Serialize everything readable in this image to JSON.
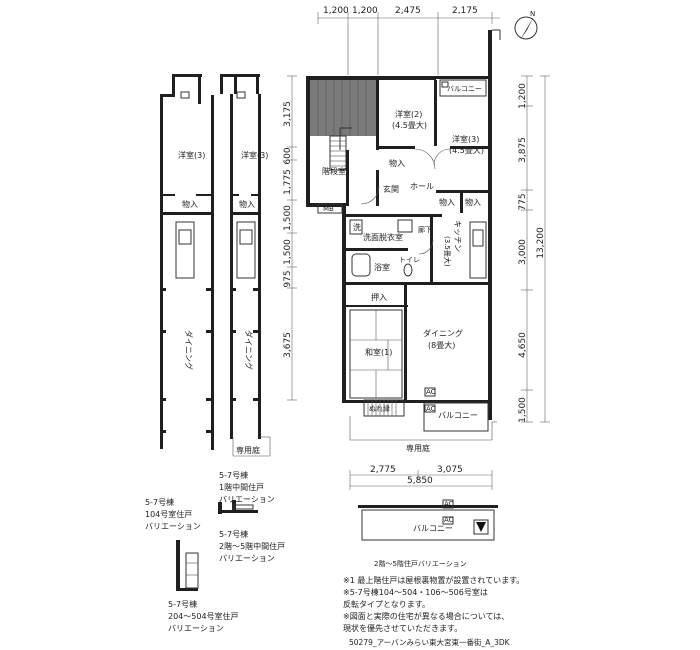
{
  "dimensions": {
    "top": [
      "1,200",
      "1,200",
      "2,475",
      "2,175"
    ],
    "right": [
      "1,200",
      "3,875",
      "775",
      "3,000",
      "4,650",
      "1,500"
    ],
    "right_total": "13,200",
    "left": [
      "3,175",
      "600",
      "1,775",
      "1,500",
      "1,500",
      "975",
      "3,675"
    ],
    "bottom": [
      "2,775",
      "3,075"
    ],
    "bottom_total": "5,850"
  },
  "rooms": {
    "western2_name": "洋室(2)",
    "western2_size": "(4.5畳大)",
    "western3_name": "洋室(3)",
    "western3_size": "(4.5畳大)",
    "balcony_top": "バルコニー",
    "storage": "物入",
    "stairwell": "階段室",
    "entrance": "玄関",
    "hall": "ホール",
    "mb": "MB",
    "wash_mark": "洗",
    "washroom": "洗面脱衣室",
    "corridor": "廊下",
    "bath": "浴室",
    "toilet": "トイレ",
    "kitchen_name": "キッチン",
    "kitchen_size": "(3.5畳大)",
    "oshiire": "押入",
    "washitsu": "和室(1)",
    "dining_name": "ダイニング",
    "dining_size": "(8畳大)",
    "nureen": "ぬれ縁",
    "balcony_bottom": "バルコニー",
    "private_garden": "専用庭",
    "ac": "AC"
  },
  "variations": {
    "v1_room": "洋室(3)",
    "v2_room": "洋室(3)",
    "v_storage": "物入",
    "v_dining": "ダイニング",
    "v2_garden": "専用庭",
    "v1_caption": [
      "5-7号棟",
      "104号室住戸",
      "バリエーション"
    ],
    "v2_caption": [
      "5-7号棟",
      "1階中間住戸",
      "バリエーション"
    ],
    "v3_caption": [
      "5-7号棟",
      "2階〜5階中間住戸",
      "バリエーション"
    ],
    "v4_caption": [
      "5-7号棟",
      "204〜504号室住戸",
      "バリエーション"
    ],
    "v5_caption": "2階〜5階住戸バリエーション",
    "v5_balcony": "バルコニー"
  },
  "notes": [
    "※1  最上階住戸は屋根裏物置が設置されています。",
    "※5-7号棟104〜504・106〜506号室は",
    "      反転タイプとなります。",
    "※図面と実際の住宅が異なる場合については、",
    "      現状を優先させていただきます。"
  ],
  "footer": "50279_アーバンみらい東大宮東一番街_A_3DK",
  "compass": "N"
}
